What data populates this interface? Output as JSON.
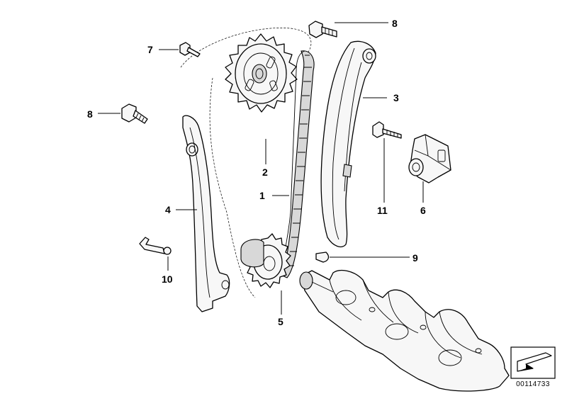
{
  "callouts": {
    "c1": "1",
    "c2": "2",
    "c3": "3",
    "c4": "4",
    "c5": "5",
    "c6": "6",
    "c7": "7",
    "c8_top": "8",
    "c8_left": "8",
    "c9": "9",
    "c10": "10",
    "c11": "11"
  },
  "document_number": "00114733",
  "icons": {
    "orientation": "direction-arrow-icon"
  }
}
